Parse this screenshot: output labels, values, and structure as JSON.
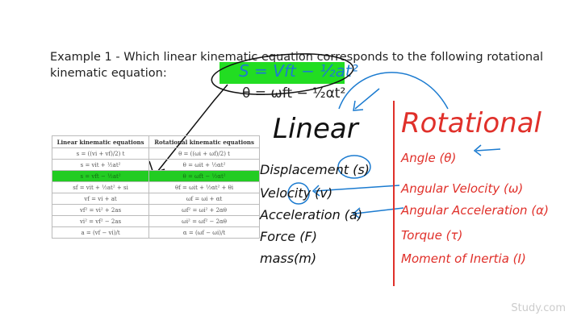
{
  "question": "Example 1 - Which linear kinematic equation corresponds to the following rotational kinematic equation:",
  "equation": "θ = ωft − ½αt²",
  "handwritten_answer": "S = Vft − ½at²",
  "table": {
    "headers": [
      "Linear kinematic equations",
      "Rotational kinematic equations"
    ],
    "rows": [
      [
        "s = ((vi + vf)/2) t",
        "θ = ((ωi + ωf)/2) t"
      ],
      [
        "s = vit + ½at²",
        "θ = ωit + ½αt²"
      ],
      [
        "s = vft − ½at²",
        "θ = ωft − ½αt²"
      ],
      [
        "sf = vit + ½at² + si",
        "θf = ωit + ½αt² + θi"
      ],
      [
        "vf = vi + at",
        "ωf = ωi + αt"
      ],
      [
        "vf² = vi² + 2as",
        "ωf² = ωi² + 2αθ"
      ],
      [
        "vi² = vf² − 2as",
        "ωi² = ωf² − 2αθ"
      ],
      [
        "a = (vf − vi)/t",
        "α = (ωf − ωi)/t"
      ]
    ],
    "highlight_row": 2,
    "highlight_color": "#22cc22"
  },
  "linear": {
    "title": "Linear",
    "items": [
      "Displacement (s)",
      "Velocity (v)",
      "Acceleration (a)",
      "Force (F)",
      "mass(m)"
    ]
  },
  "rotational": {
    "title": "Rotational",
    "items": [
      "Angle (θ)",
      "Angular Velocity (ω)",
      "Angular Acceleration (α)",
      "Torque (τ)",
      "Moment of Inertia (I)"
    ]
  },
  "colors": {
    "red_ink": "#e0302a",
    "blue_ink": "#1b7bd0",
    "highlighter": "#22dd22"
  },
  "watermark": "Study.com"
}
